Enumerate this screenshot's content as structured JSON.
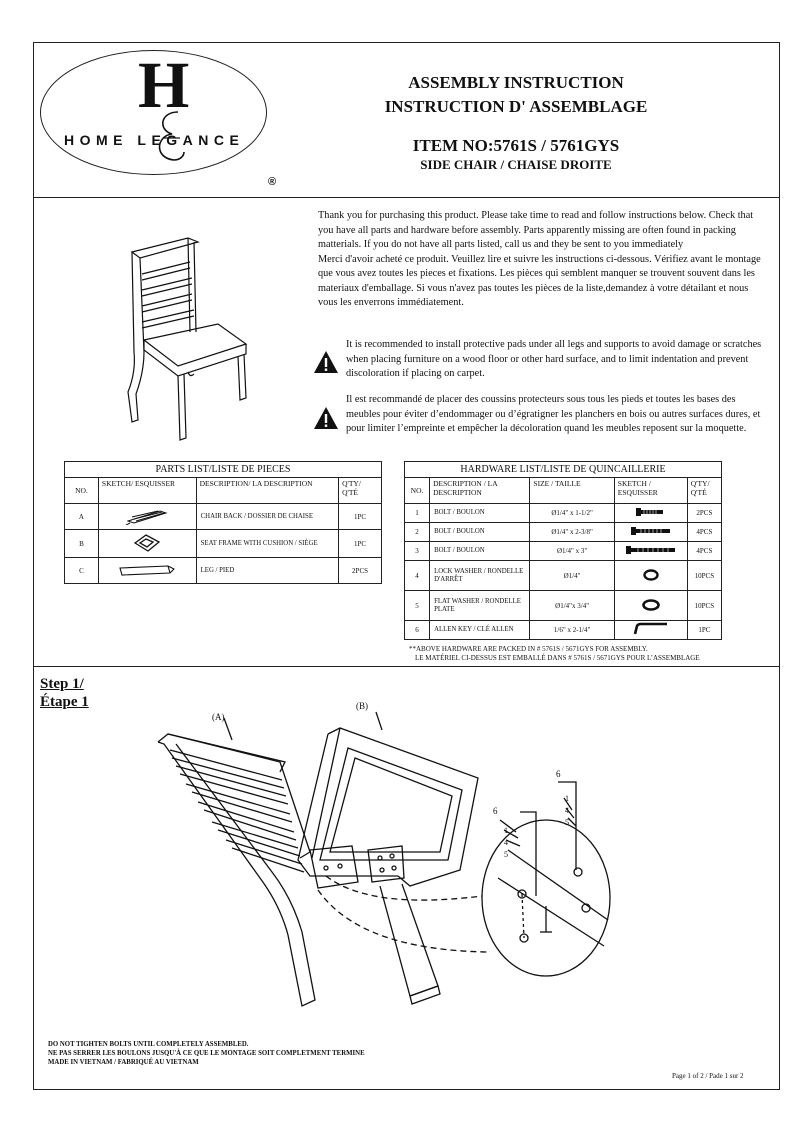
{
  "logo": {
    "brand_top": "H",
    "brand_word": "HOME LEGANCE",
    "registered": "®"
  },
  "header": {
    "title_en": "ASSEMBLY INSTRUCTION",
    "title_fr": "INSTRUCTION D' ASSEMBLAGE",
    "item_no": "ITEM NO:5761S / 5761GYS",
    "product": "SIDE CHAIR / CHAISE DROITE"
  },
  "intro": {
    "en": "Thank you for purchasing this product. Please take time to read and follow instructions below. Check that you have all parts and hardware before assembly. Parts apparently missing are often found in packing matterials. If you do not have all parts listed, call us and they be sent to you immediately",
    "fr": "Merci d'avoir acheté ce produit. Veuillez lire et suivre les instructions ci-dessous. Vérifiez avant le montage que vous avez toutes les pieces et fixations. Les pièces qui semblent manquer se trouvent souvent dans les materiaux  d'emballage. Si vous n'avez pas toutes les pièces de la liste,demandez à votre détailant et nous vous les enverrons immédiatement."
  },
  "warnings": [
    "It is recommended to install protective pads under all legs and supports to avoid damage or scratches when placing furniture on a wood floor or other hard surface, and to limit indentation and prevent discoloration if placing on carpet.",
    "Il est recommandé de placer des coussins protecteurs sous tous les pieds et toutes les bases des meubles pour éviter d’endommager ou d’égratigner les planchers en bois ou autres surfaces dures, et pour limiter l’empreinte et empêcher la décoloration quand les meubles reposent sur la moquette."
  ],
  "parts_list": {
    "title": "PARTS LIST/LISTE DE PIECES",
    "headers": [
      "NO.",
      "SKETCH/ ESQUISSER",
      "DESCRIPTION/ LA DESCRIPTION",
      "Q'TY/ Q'TÉ"
    ],
    "rows": [
      {
        "no": "A",
        "sketch": "chair-back-sketch",
        "desc": "CHAIR BACK / DOSSIER DE CHAISE",
        "qty": "1PC"
      },
      {
        "no": "B",
        "sketch": "seat-frame-sketch",
        "desc": "SEAT FRAME WITH CUSHION / SIÈGE",
        "qty": "1PC"
      },
      {
        "no": "C",
        "sketch": "leg-sketch",
        "desc": "LEG / PIED",
        "qty": "2PCS"
      }
    ]
  },
  "hardware_list": {
    "title": "HARDWARE LIST/LISTE DE QUINCAILLERIE",
    "headers": [
      "NO.",
      "DESCRIPTION / LA DESCRIPTION",
      "SIZE / TAILLE",
      "SKETCH / ESQUISSER",
      "Q'TY/ Q'TÉ"
    ],
    "rows": [
      {
        "no": "1",
        "desc": "BOLT / BOULON",
        "size": "Ø1/4\" x 1-1/2\"",
        "sketch": "bolt",
        "qty": "2PCS"
      },
      {
        "no": "2",
        "desc": "BOLT / BOULON",
        "size": "Ø1/4\" x 2-3/8\"",
        "sketch": "bolt",
        "qty": "4PCS"
      },
      {
        "no": "3",
        "desc": "BOLT / BOULON",
        "size": "Ø1/4\" x 3\"",
        "sketch": "bolt",
        "qty": "4PCS"
      },
      {
        "no": "4",
        "desc": "LOCK WASHER / RONDELLE D'ARRÊT",
        "size": "Ø1/4\"",
        "sketch": "lock-washer",
        "qty": "10PCS"
      },
      {
        "no": "5",
        "desc": "FLAT WASHER / RONDELLE PLATE",
        "size": "Ø1/4\"x  3/4\"",
        "sketch": "flat-washer",
        "qty": "10PCS"
      },
      {
        "no": "6",
        "desc": "ALLEN KEY / CLÉ ALLEN",
        "size": "1/6\" x 2-1/4\"",
        "sketch": "allen-key",
        "qty": "1PC"
      }
    ],
    "note_en": "**ABOVE HARDWARE ARE PACKED IN # 5761S / 5671GYS FOR ASSEMBLY.",
    "note_fr": "LE MATÉRIEL CI-DESSUS EST EMBALLÉ DANS # 5761S / 5671GYS POUR L’ASSEMBLAGE"
  },
  "step": {
    "label_en": "Step 1/",
    "label_fr": "Étape 1",
    "part_a": "(A)",
    "part_b": "(B)",
    "callouts": [
      "6",
      "1",
      "4",
      "5"
    ]
  },
  "footer": {
    "warning_en": "DO NOT TIGHTEN BOLTS UNTIL COMPLETELY ASSEMBLED.",
    "warning_fr": "NE PAS SERRER LES BOULONS JUSQU'À CE QUE LE MONTAGE SOIT COMPLETMENT TERMINE",
    "made_in": "MADE IN VIETNAM / FABRIQUÉ AU VIETNAM",
    "page": "Page 1 of 2 / Pade 1 sur 2"
  }
}
